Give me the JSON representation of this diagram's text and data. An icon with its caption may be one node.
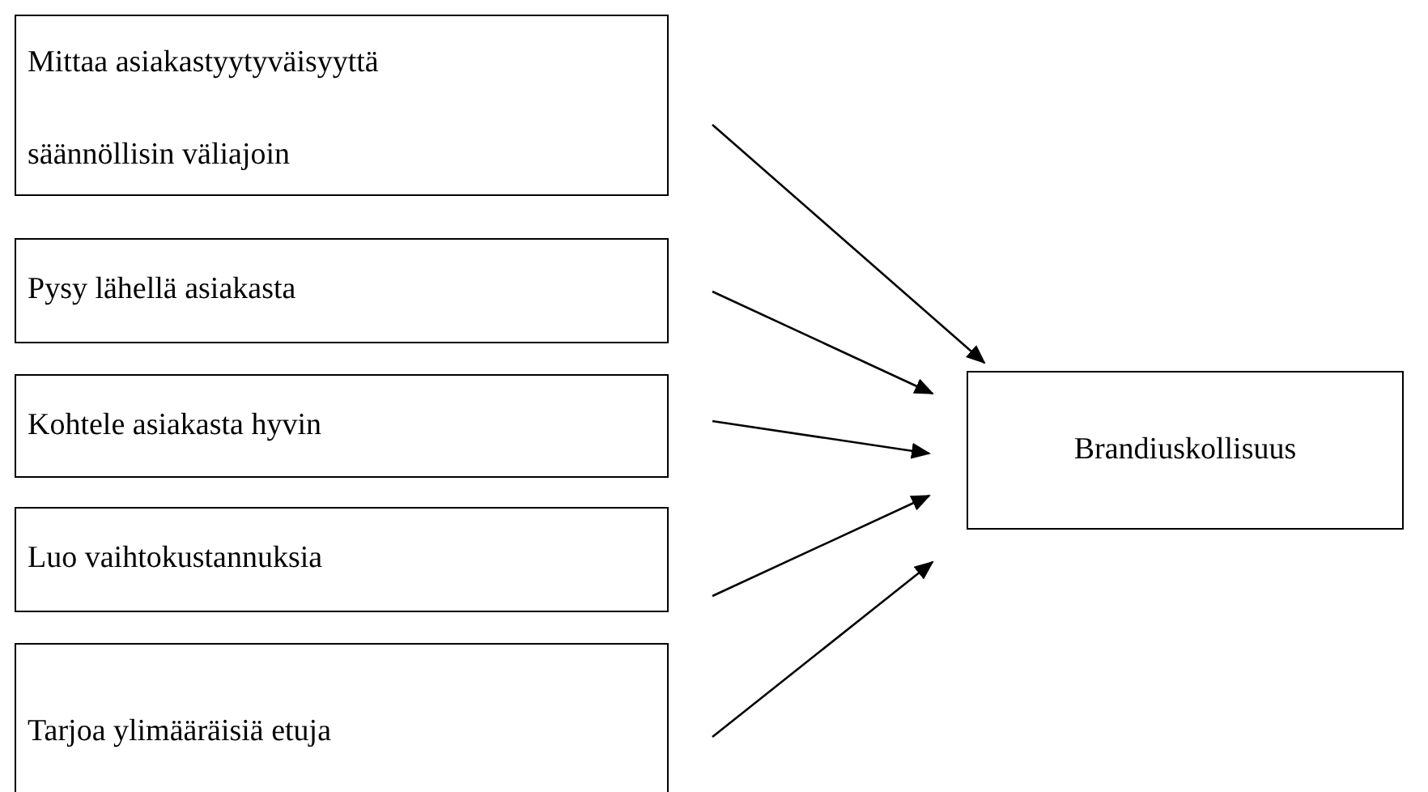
{
  "diagram": {
    "nodes": [
      {
        "text": [
          "Mittaa asiakastyytyväisyyttä säännöllisin väliajoin"
        ]
      },
      {
        "text": [
          "Pysy lähellä asiakasta"
        ]
      },
      {
        "text": [
          "Kohtele asiakasta hyvin"
        ]
      },
      {
        "text": [
          "Luo vaihtokustannuksia"
        ]
      },
      {
        "text": [
          "Tarjoa ylimääräisiä etuja"
        ]
      },
      {
        "text": [
          "Brandiuskollisuus"
        ]
      }
    ],
    "edges": [
      {
        "from": 0,
        "to": 5,
        "arrow": "to"
      },
      {
        "from": 1,
        "to": 5,
        "arrow": "to"
      },
      {
        "from": 2,
        "to": 5,
        "arrow": "to"
      },
      {
        "from": 3,
        "to": 5,
        "arrow": "to"
      },
      {
        "from": 4,
        "to": 5,
        "arrow": "to"
      }
    ]
  }
}
